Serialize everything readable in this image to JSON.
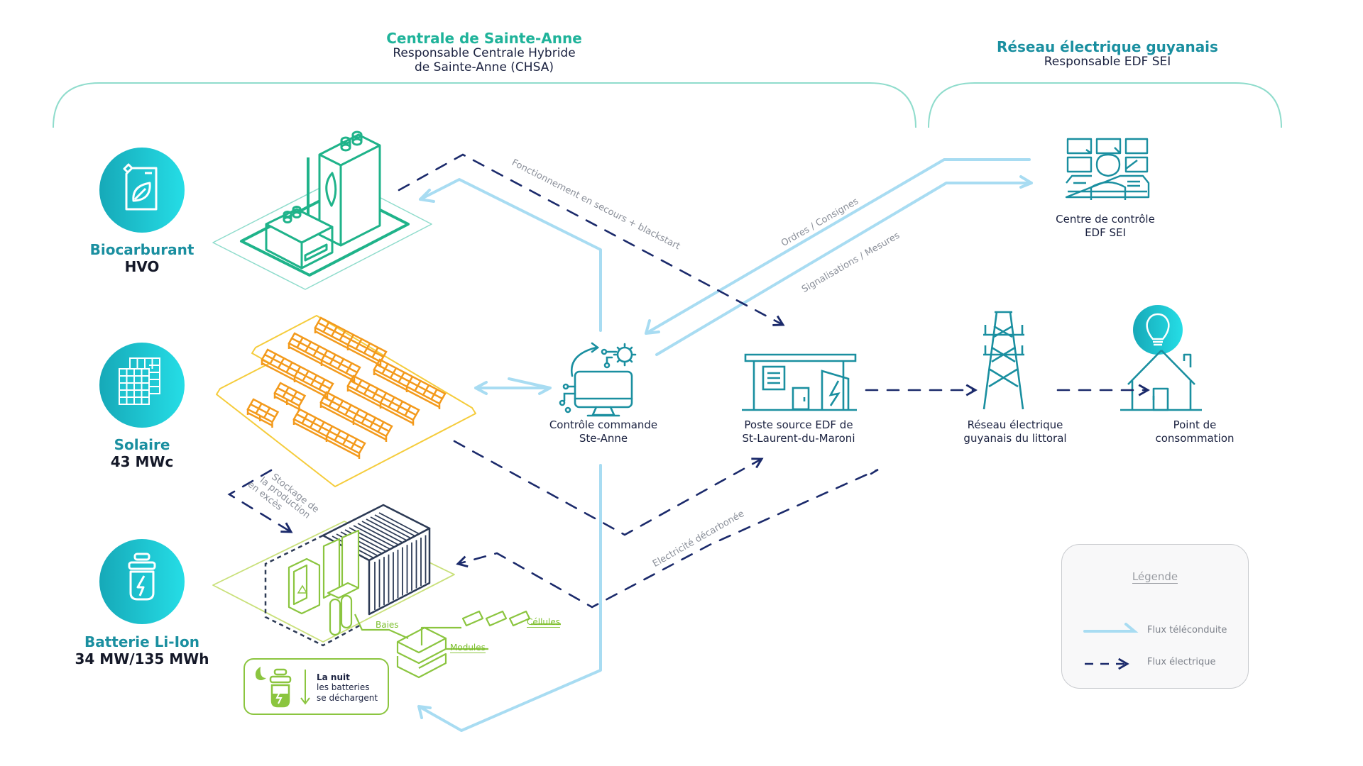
{
  "colors": {
    "teal_title": "#1fb39a",
    "teal_dark": "#1a8fa0",
    "icon_stroke": "#1a8fa0",
    "circle_grad_from": "#16a9b8",
    "circle_grad_to": "#25dde6",
    "telecontrol_flow": "#a8dcf2",
    "electric_flow": "#1b2a6b",
    "solar": "#f39a1c",
    "battery_green": "#8bc53f",
    "plant_green": "#1fb38a"
  },
  "headers": {
    "left": {
      "title": "Centrale de Sainte-Anne",
      "subtitle_line1": "Responsable Centrale Hybride",
      "subtitle_line2": "de Sainte-Anne (CHSA)"
    },
    "right": {
      "title": "Réseau électrique guyanais",
      "subtitle": "Responsable EDF SEI"
    }
  },
  "sources": [
    {
      "name": "Biocarburant",
      "value": "HVO",
      "icon": "fuel-can-leaf-icon"
    },
    {
      "name": "Solaire",
      "value": "43 MWc",
      "icon": "solar-panel-icon"
    },
    {
      "name": "Batterie Li-Ion",
      "value": "34 MW/135 MWh",
      "icon": "battery-bolt-icon"
    }
  ],
  "nodes": {
    "control": {
      "line1": "Contrôle commande",
      "line2": "Ste-Anne"
    },
    "substation": {
      "line1": "Poste source EDF de",
      "line2": "St-Laurent-du-Maroni"
    },
    "grid": {
      "line1": "Réseau électrique",
      "line2": "guyanais du littoral"
    },
    "consumption": {
      "line1": "Point de",
      "line2": "consommation"
    },
    "control_center": {
      "line1": "Centre de contrôle",
      "line2": "EDF SEI"
    }
  },
  "flow_labels": {
    "backup": "Fonctionnement en secours + blackstart",
    "orders": "Ordres / Consignes",
    "signals": "Signalisations / Mesures",
    "storage_line1": "Stockage de",
    "storage_line2": "la production",
    "storage_line3": "en excès",
    "decarbonized": "Electricité décarbonée"
  },
  "battery_parts": {
    "racks": "Baies",
    "modules": "Modules",
    "cells": "Céllules"
  },
  "night_note": {
    "title": "La nuit",
    "line1": "les batteries",
    "line2": "se déchargent"
  },
  "legend": {
    "title": "Légende",
    "items": [
      {
        "label": "Flux téléconduite",
        "style": "solid-light-blue-arrow"
      },
      {
        "label": "Flux électrique",
        "style": "dashed-navy-arrow"
      }
    ]
  }
}
